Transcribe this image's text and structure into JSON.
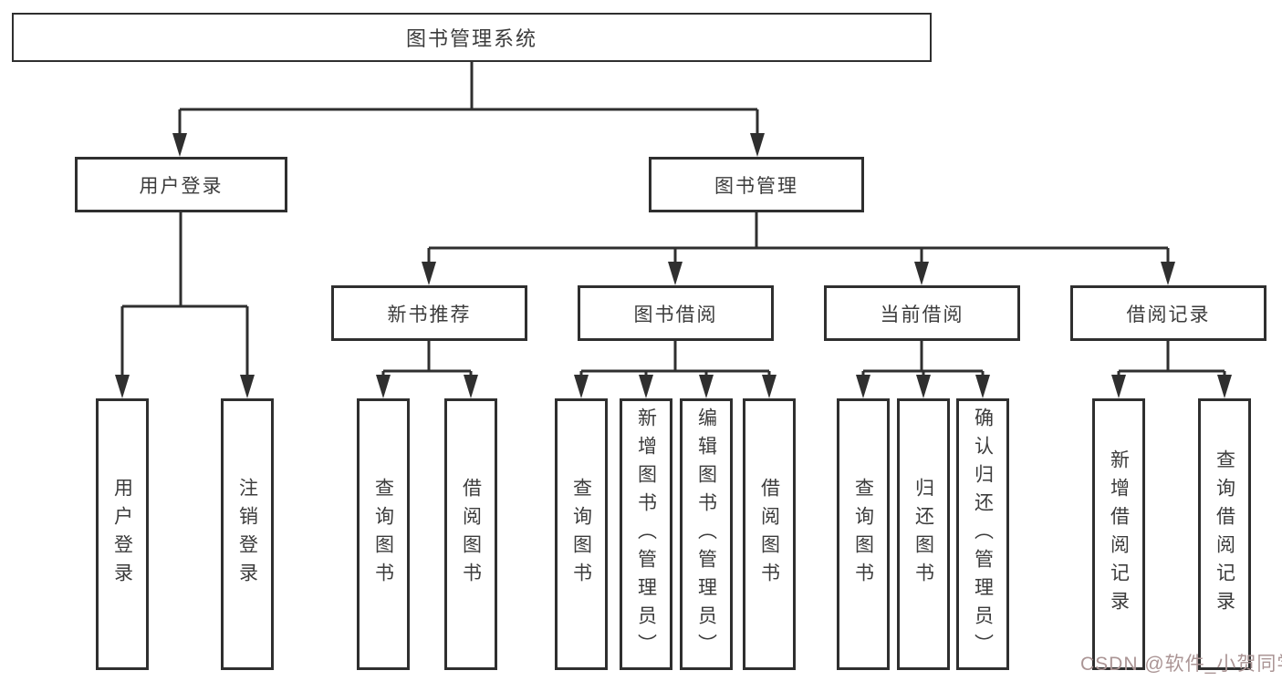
{
  "tree": {
    "root": {
      "label": "图书管理系统"
    },
    "branches": [
      {
        "label": "用户登录",
        "children": [
          {
            "label": "用户登录"
          },
          {
            "label": "注销登录"
          }
        ]
      },
      {
        "label": "图书管理",
        "children": [
          {
            "label": "新书推荐",
            "children": [
              {
                "label": "查询图书"
              },
              {
                "label": "借阅图书"
              }
            ]
          },
          {
            "label": "图书借阅",
            "children": [
              {
                "label": "查询图书"
              },
              {
                "label": "新增图书（管理员）"
              },
              {
                "label": "编辑图书（管理员）"
              },
              {
                "label": "借阅图书"
              }
            ]
          },
          {
            "label": "当前借阅",
            "children": [
              {
                "label": "查询图书"
              },
              {
                "label": "归还图书"
              },
              {
                "label": "确认归还（管理员）"
              }
            ]
          },
          {
            "label": "借阅记录",
            "children": [
              {
                "label": "新增借阅记录"
              },
              {
                "label": "查询借阅记录"
              }
            ]
          }
        ]
      }
    ]
  },
  "watermark": {
    "text": "CSDN @软件_小贺同学",
    "color": "#ab9595"
  },
  "colors": {
    "line": "#2f2f2f",
    "box_border": "#2f2f2f",
    "text": "#3c3c3c",
    "background": "#ffffff"
  }
}
